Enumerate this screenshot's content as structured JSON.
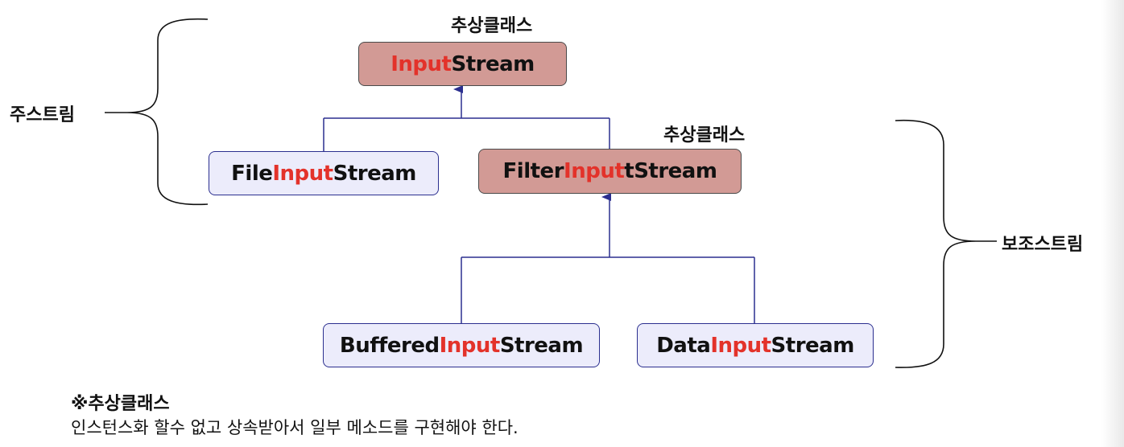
{
  "labels": {
    "abstract_class_top": "추상클래스",
    "abstract_class_filter": "추상클래스",
    "main_stream": "주스트림",
    "aux_stream": "보조스트림"
  },
  "nodes": {
    "input_stream": {
      "parts": [
        "",
        "Input",
        "Stream"
      ]
    },
    "file_input_stream": {
      "parts": [
        "File",
        "Input",
        "Stream"
      ]
    },
    "filter_input_stream": {
      "parts": [
        "Filter",
        "Input",
        "tStream"
      ]
    },
    "buffered_input_stream": {
      "parts": [
        "Buffered",
        "Input",
        "Stream"
      ]
    },
    "data_input_stream": {
      "parts": [
        "Data",
        "Input",
        "Stream"
      ]
    }
  },
  "note": {
    "title": "※추상클래스",
    "body": "인스턴스화 할수 없고 상속받아서 일부 메소드를 구현해야 한다."
  },
  "colors": {
    "abstract_fill": "#d29a95",
    "concrete_fill": "#ececfb",
    "highlight_text": "#e3322a",
    "line": "#2b2f8f"
  }
}
